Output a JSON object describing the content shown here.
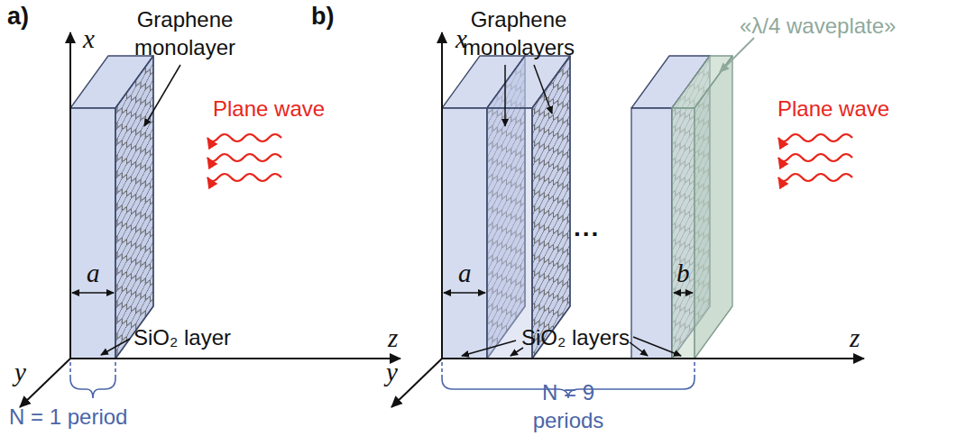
{
  "diagram": {
    "labels": [
      "a)",
      "Graphene monolayer",
      "Plane wave",
      "x",
      "z",
      "y",
      "a",
      "SiO₂ layer",
      "N = 1 period",
      "b)",
      "Graphene monolayers",
      "«λ/4 waveplate»",
      "Plane wave",
      "x",
      "z",
      "y",
      "a",
      "b",
      "...",
      "SiO₂ layers",
      "N = 9 periods"
    ]
  }
}
